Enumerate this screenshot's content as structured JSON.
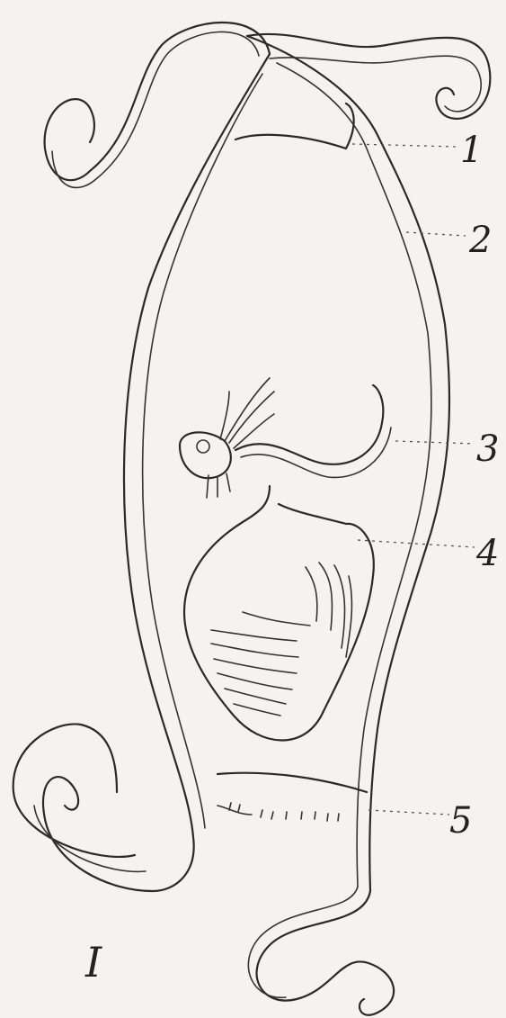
{
  "figure": {
    "label": "I",
    "callouts": [
      {
        "id": "c1",
        "text": "1"
      },
      {
        "id": "c2",
        "text": "2"
      },
      {
        "id": "c3",
        "text": "3"
      },
      {
        "id": "c4",
        "text": "4"
      },
      {
        "id": "c5",
        "text": "5"
      }
    ]
  },
  "colors": {
    "paper": "#f4f3ef",
    "ink": "#2a2a2a"
  }
}
